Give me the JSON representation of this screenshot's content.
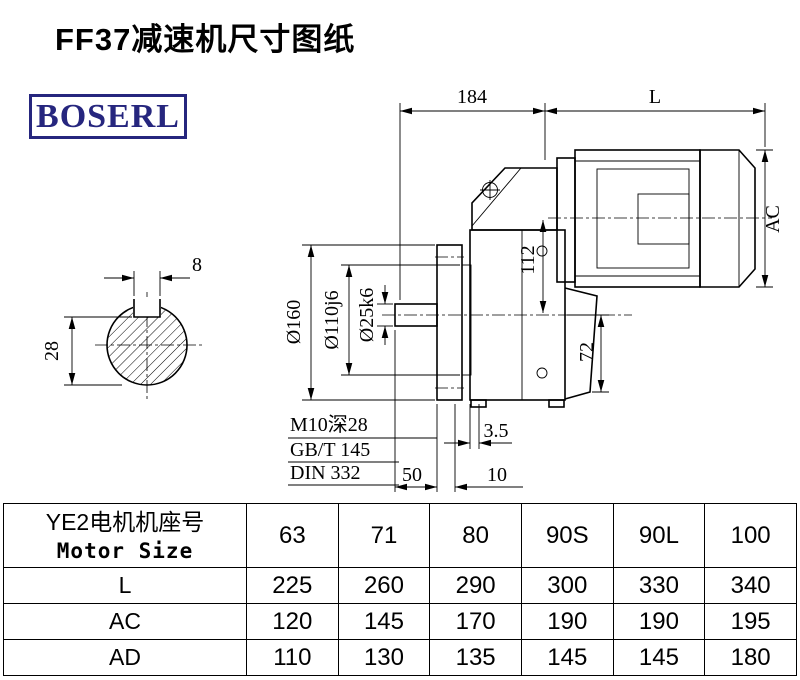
{
  "page": {
    "title": "FF37减速机尺寸图纸"
  },
  "logo": {
    "text": "BOSERL",
    "color": "#26267e"
  },
  "drawing": {
    "dims": {
      "d184": "184",
      "dL": "L",
      "dAC": "AC",
      "d8": "8",
      "d28": "28",
      "d160": "Ø160",
      "d110": "Ø110j6",
      "d25": "Ø25k6",
      "d112": "112",
      "d72": "72",
      "d35": "3.5",
      "d50": "50",
      "d10": "10",
      "note_thread": "M10深28",
      "note_gb": "GB/T 145",
      "note_din": "DIN 332"
    }
  },
  "table": {
    "header": {
      "label_cn": "YE2电机机座号",
      "label_en": "Motor Size",
      "sizes": [
        "63",
        "71",
        "80",
        "90S",
        "90L",
        "100"
      ]
    },
    "rows": [
      {
        "label": "L",
        "values": [
          "225",
          "260",
          "290",
          "300",
          "330",
          "340"
        ]
      },
      {
        "label": "AC",
        "values": [
          "120",
          "145",
          "170",
          "190",
          "190",
          "195"
        ]
      },
      {
        "label": "AD",
        "values": [
          "110",
          "130",
          "135",
          "145",
          "145",
          "180"
        ]
      }
    ]
  }
}
